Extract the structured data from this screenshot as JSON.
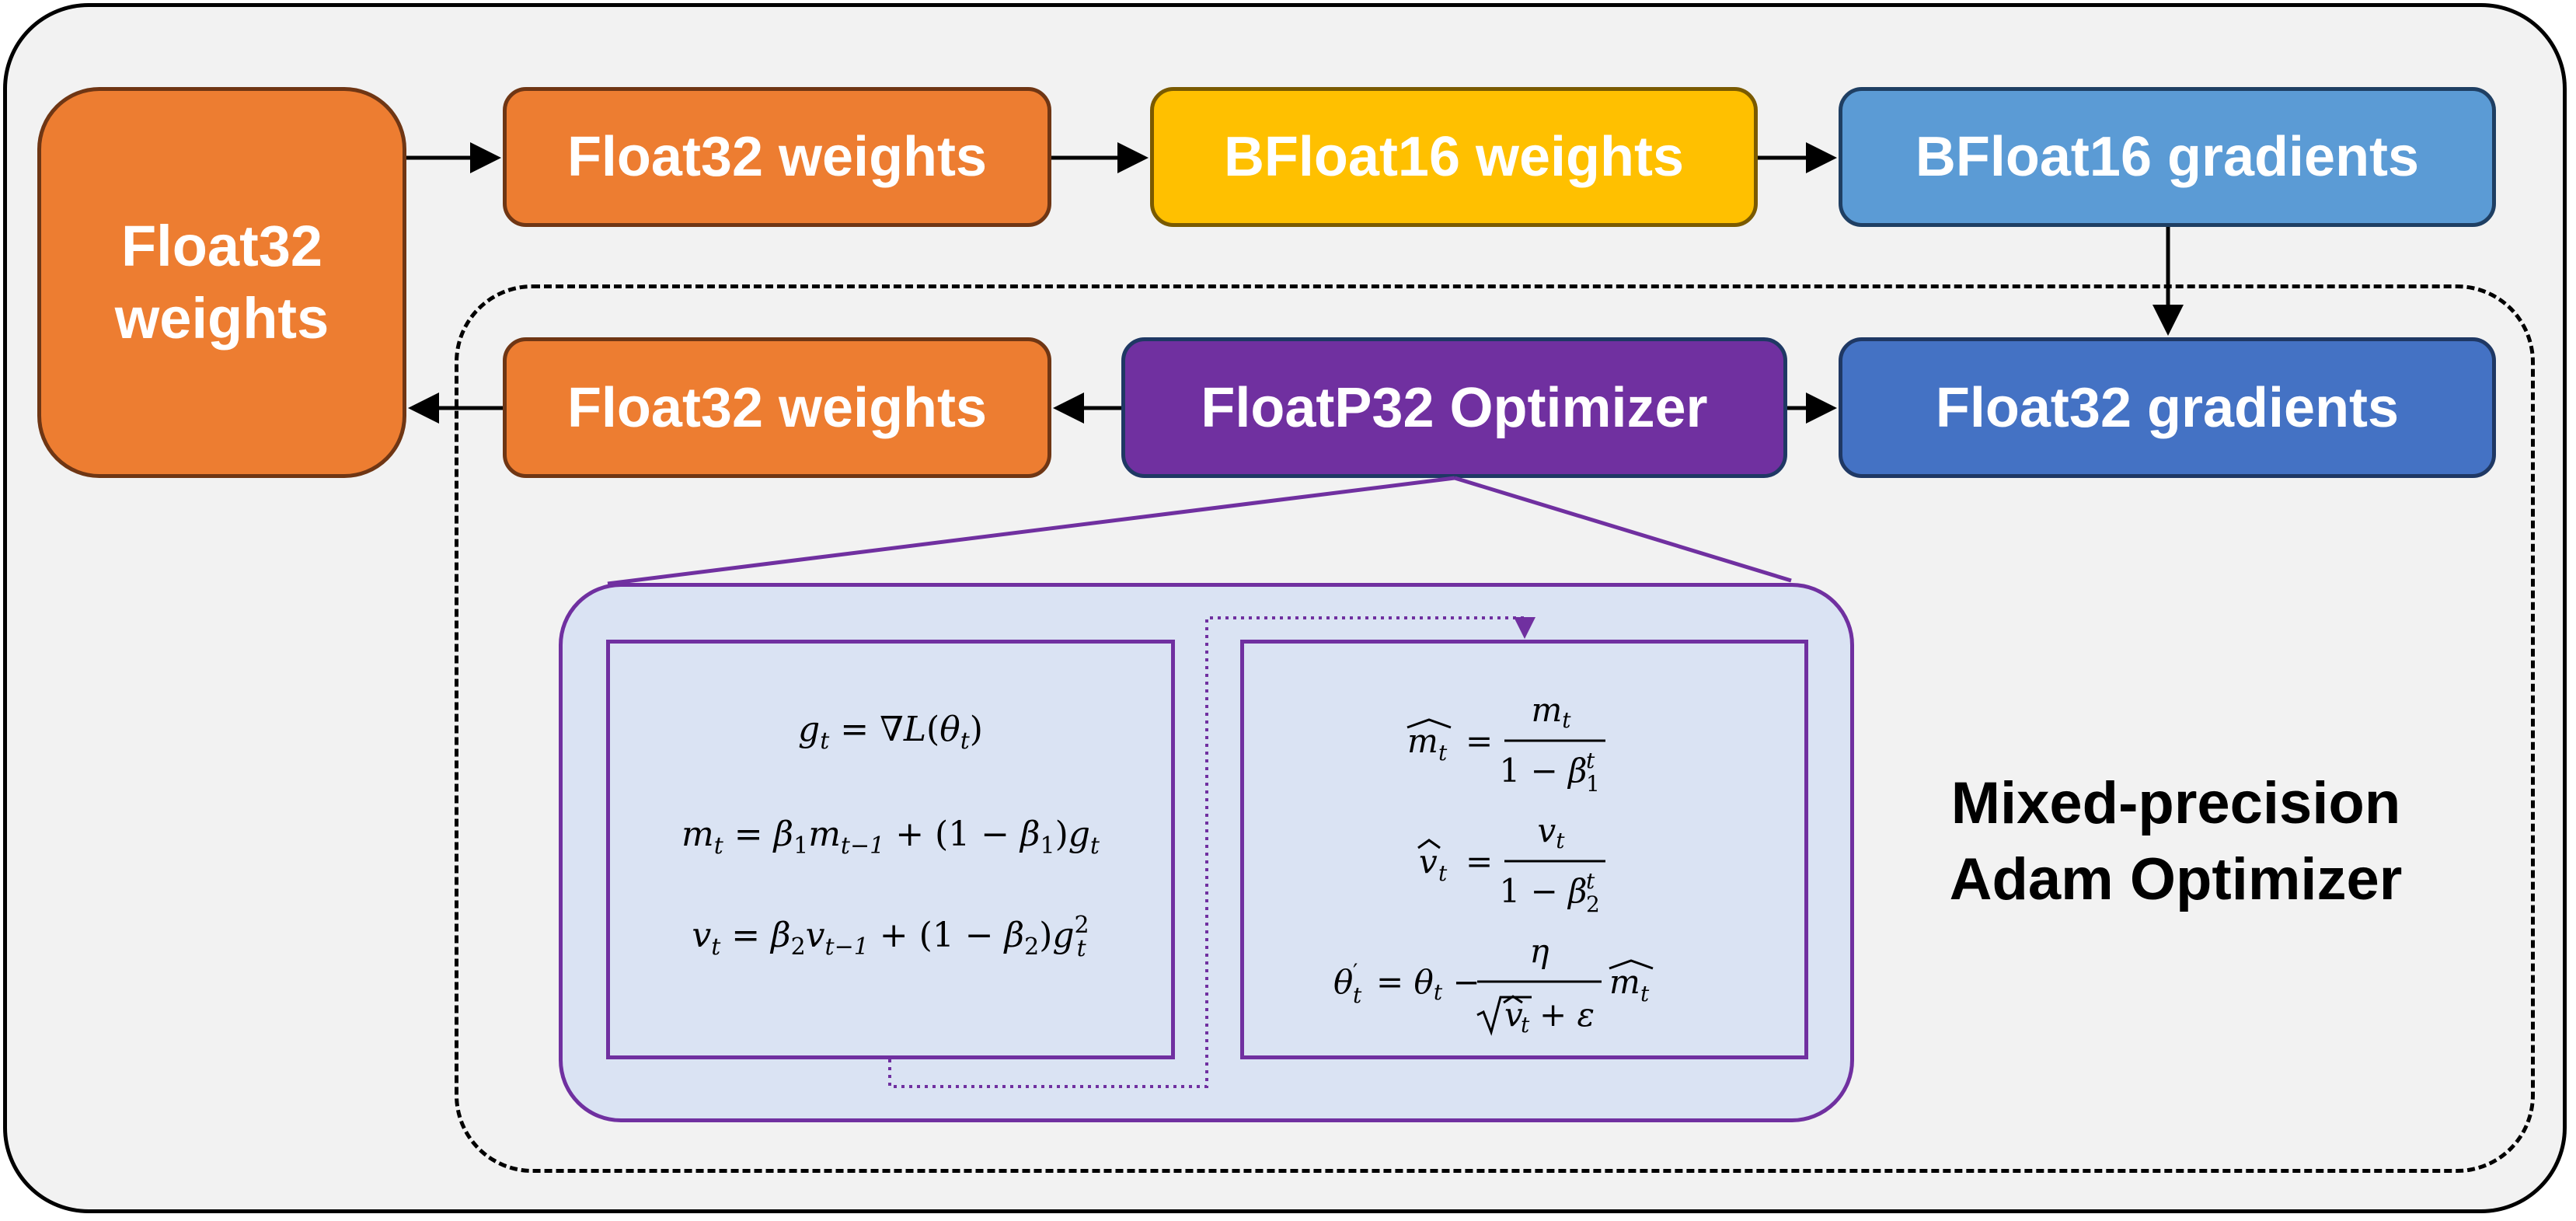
{
  "source_weights": {
    "line1": "Float32",
    "line2": "weights"
  },
  "forward_path": {
    "float32_weights": "Float32 weights",
    "bfloat16_weights": "BFloat16 weights",
    "bfloat16_gradients": "BFloat16 gradients"
  },
  "update_path": {
    "float32_weights": "Float32 weights",
    "optimizer": "FloatP32 Optimizer",
    "float32_gradients": "Float32 gradients"
  },
  "optimizer_label": {
    "line1": "Mixed-precision",
    "line2": "Adam Optimizer"
  },
  "colors": {
    "orange": "#ed7d31",
    "yellow": "#ffc000",
    "light_blue": "#5b9bd5",
    "blue": "#4472c4",
    "purple": "#7030a0",
    "panel": "#dae3f3"
  }
}
